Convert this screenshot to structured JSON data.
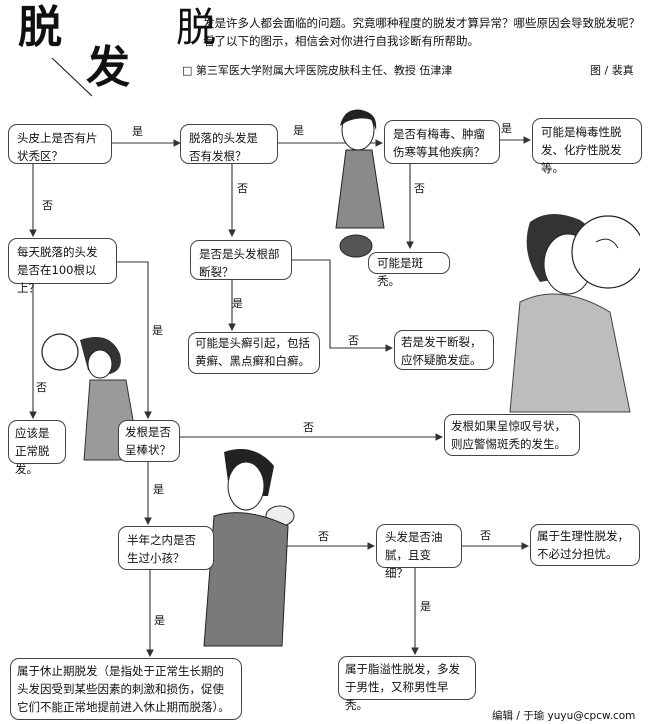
{
  "title": {
    "char1": "脱",
    "char2": "发"
  },
  "intro": {
    "dropcap": "脱",
    "text": "发是许多人都会面临的问题。究竟哪种程度的脱发才算异常？哪些原因会导致脱发呢？看了以下的图示，相信会对你进行自我诊断有所帮助。",
    "byline": "□ 第三军医大学附属大坪医院皮肤科主任、教授 伍津津",
    "credit": "图 / 裴真"
  },
  "nodes": {
    "n1": "头皮上是否有片状秃区？",
    "n2": "脱落的头发是否有发根？",
    "n3": "是否有梅毒、肿瘤伤寒等其他疾病？",
    "n4": "可能是梅毒性脱发、化疗性脱发等。",
    "n5": "可能是斑秃。",
    "n6": "每天脱落的头发是否在100根以上？",
    "n7": "是否是头发根部断裂？",
    "n8": "可能是头癣引起，包括黄癣、黑点癣和白癣。",
    "n9": "若是发干断裂，应怀疑脆发症。",
    "n10": "应该是正常脱发。",
    "n11": "发根是否呈棒状？",
    "n12": "发根如果呈惊叹号状，则应警惕斑秃的发生。",
    "n13": "半年之内是否生过小孩？",
    "n14": "头发是否油腻，且变细？",
    "n15": "属于生理性脱发，不必过分担忧。",
    "n16": "属于休止期脱发（是指处于正常生长期的头发因受到某些因素的刺激和损伤，促使它们不能正常地提前进入休止期而脱落）。",
    "n17": "属于脂溢性脱发，多发于男性，又称男性早秃。"
  },
  "labels": {
    "yes": "是",
    "no": "否"
  },
  "footer": "编辑 / 于瑜  yuyu@cpcw.com"
}
